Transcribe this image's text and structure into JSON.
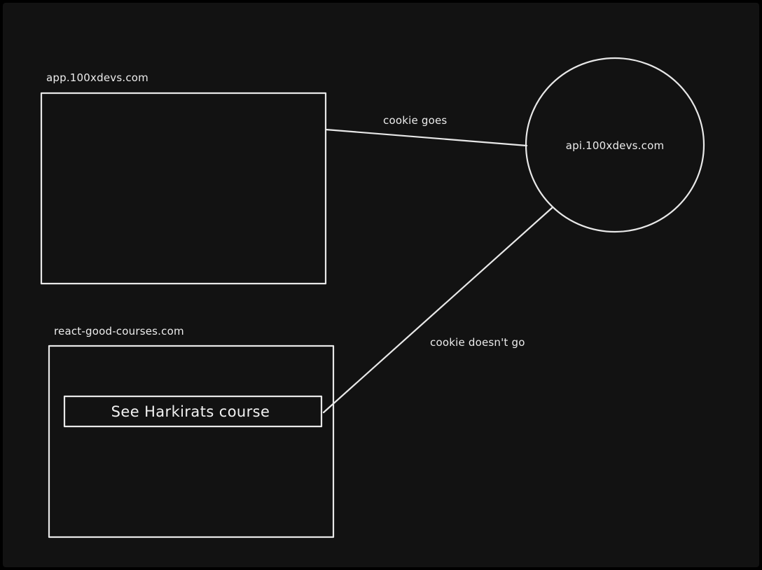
{
  "diagram": {
    "app_box_label": "app.100xdevs.com",
    "api_circle_label": "api.100xdevs.com",
    "other_box_label": "react-good-courses.com",
    "button_label": "See Harkirats course",
    "edge_top_label": "cookie goes",
    "edge_bottom_label": "cookie doesn't go"
  },
  "colors": {
    "background": "#121212",
    "stroke": "#e8e8e8",
    "text": "#ececec"
  }
}
